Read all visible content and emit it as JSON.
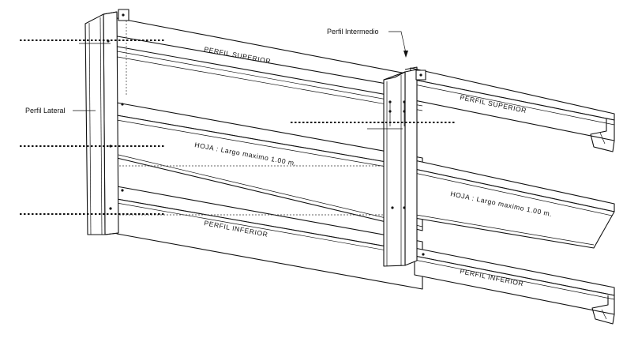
{
  "labels": {
    "perfil_superior_left": "PERFIL  SUPERIOR",
    "perfil_superior_right": "PERFIL  SUPERIOR",
    "hoja_left": "HOJA  :  Largo maximo 1.00 m.",
    "hoja_right": "HOJA  :  Largo maximo 1.00 m.",
    "perfil_inferior_left": "PERFIL  INFERIOR",
    "perfil_inferior_right": "PERFIL  INFERIOR",
    "perfil_lateral": "Perfil Lateral",
    "perfil_intermedio": "Perfil Intermedio"
  }
}
